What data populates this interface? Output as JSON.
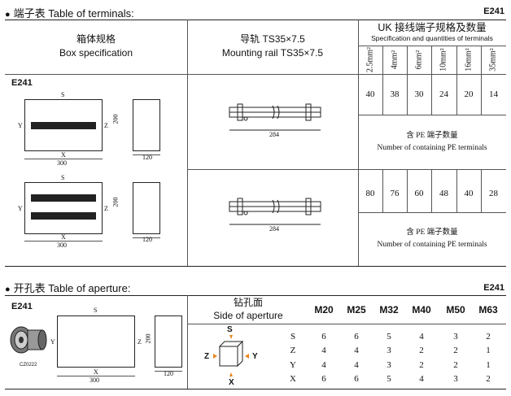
{
  "terminals": {
    "title": "端子表 Table of terminals:",
    "code": "E241",
    "box_header_cn": "箱体规格",
    "box_header_en": "Box specification",
    "rail_header_cn": "导轨  TS35×7.5",
    "rail_header_en": "Mounting rail TS35×7.5",
    "uk_header_cn": "UK 接线端子规格及数量",
    "uk_header_en": "Specification and quantities of terminals",
    "sizes": [
      "2.5mm²",
      "4mm²",
      "6mm²",
      "10mm²",
      "16mm²",
      "35mm²"
    ],
    "model": "E241",
    "rows": [
      {
        "values": [
          "40",
          "38",
          "30",
          "24",
          "20",
          "14"
        ],
        "pe_cn": "含 PE 端子数量",
        "pe_en": "Number of containing PE terminals"
      },
      {
        "values": [
          "80",
          "76",
          "60",
          "48",
          "40",
          "28"
        ],
        "pe_cn": "含 PE 端子数量",
        "pe_en": "Number of containing PE terminals"
      }
    ],
    "drawing": {
      "s": "S",
      "y": "Y",
      "z": "Z",
      "x": "X",
      "w": "300",
      "h": "200",
      "d": "120",
      "rail_len": "284"
    }
  },
  "aperture": {
    "title": "开孔表 Table of aperture:",
    "code": "E241",
    "model": "E241",
    "gland_label": "CZ0222",
    "side_cn": "钻孔面",
    "side_en": "Side of aperture",
    "cols": [
      "M20",
      "M25",
      "M32",
      "M40",
      "M50",
      "M63"
    ],
    "rows": [
      {
        "side": "S",
        "values": [
          "6",
          "6",
          "5",
          "4",
          "3",
          "2"
        ]
      },
      {
        "side": "Z",
        "values": [
          "4",
          "4",
          "3",
          "2",
          "2",
          "1"
        ]
      },
      {
        "side": "Y",
        "values": [
          "4",
          "4",
          "3",
          "2",
          "2",
          "1"
        ]
      },
      {
        "side": "X",
        "values": [
          "6",
          "6",
          "5",
          "4",
          "3",
          "2"
        ]
      }
    ],
    "cube": {
      "s": "S",
      "z": "Z",
      "y": "Y",
      "x": "X"
    },
    "drawing": {
      "s": "S",
      "y": "Y",
      "z": "Z",
      "x": "X",
      "w": "300",
      "h": "200",
      "d": "120"
    }
  },
  "colors": {
    "arrow": "#e8861c",
    "line": "#222222"
  }
}
